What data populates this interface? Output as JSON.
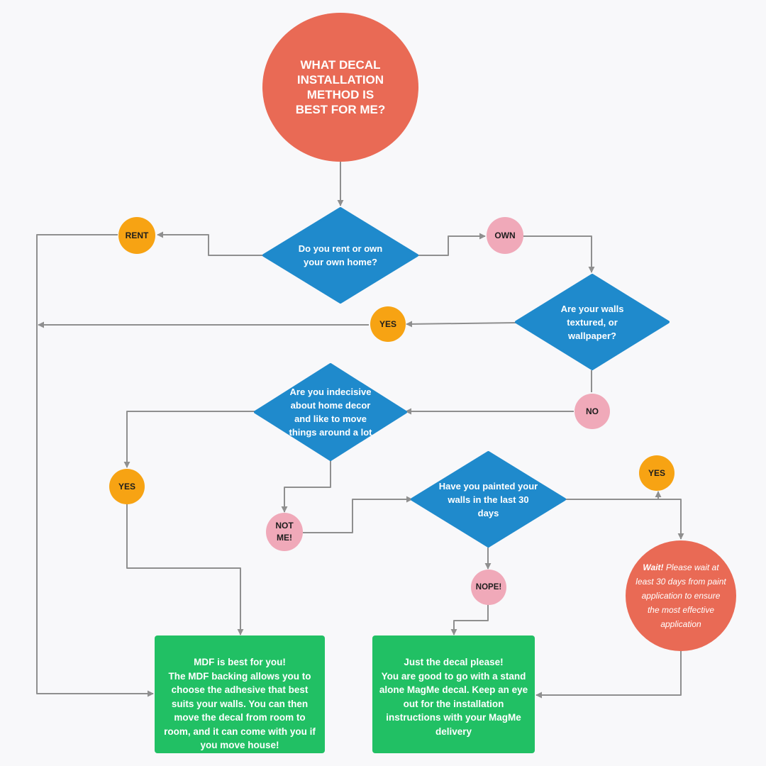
{
  "colors": {
    "coral": "#e96a55",
    "diamond_blue": "#1f8acc",
    "orange": "#f7a313",
    "pink": "#f0a9b9",
    "green": "#21c064",
    "connector": "#8f8f8f"
  },
  "start": {
    "text": "WHAT DECAL INSTALLATION METHOD IS BEST FOR ME?"
  },
  "decisions": {
    "rent_own": "Do you rent or own your own home?",
    "textured": "Are your walls textured, or wallpaper?",
    "indecisive": "Are you indecisive about home decor and like to move things around a lot",
    "painted": "Have you painted your walls in the last 30 days"
  },
  "answers": {
    "rent": "RENT",
    "own": "OWN",
    "yes_textured": "YES",
    "no_textured": "NO",
    "yes_indecisive": "YES",
    "not_me": "NOT ME!",
    "yes_painted": "YES",
    "nope": "NOPE!"
  },
  "results": {
    "mdf": {
      "title": "MDF is best for you!",
      "body": "The MDF backing allows you to choose the adhesive that best suits your walls. You can then move the decal from room to room, and it can come with you if you move house!"
    },
    "decal": {
      "title": "Just the decal please!",
      "body": "You are good to go with a stand alone MagMe decal. Keep an eye out for the installation instructions with your MagMe delivery"
    },
    "wait": {
      "lead": "Wait!",
      "body": "Please wait at least 30 days from paint application to ensure the most effective application"
    }
  }
}
